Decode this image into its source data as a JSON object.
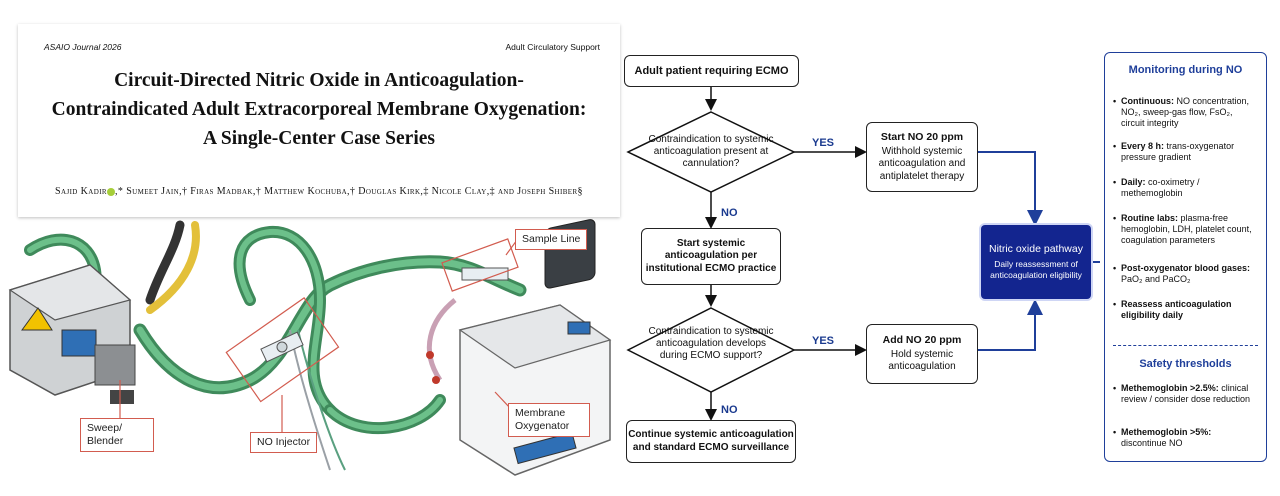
{
  "paper": {
    "journal": "ASAIO Journal 2026",
    "section": "Adult Circulatory Support",
    "title_lines": [
      "Circuit-Directed Nitric Oxide in Anticoagulation-",
      "Contraindicated Adult Extracorporeal Membrane Oxygenation:",
      "A Single-Center Case Series"
    ],
    "authors": "Sajid Kadir",
    "authors_rest": ",* Sumeet Jain,† Firas Madbak,† Matthew Kochuba,† Douglas Kirk,‡ Nicole Clay,‡ and Joseph Shiber§"
  },
  "illustration": {
    "callouts": {
      "sample_line": "Sample Line",
      "sweep": "Sweep/ Blender",
      "no_injector": "NO Injector",
      "oxygenator": "Membrane Oxygenator"
    },
    "colors": {
      "tubing": "#4a9f6a",
      "callout_border": "#d25c4f",
      "yellow_line": "#e3c03a"
    }
  },
  "flowchart": {
    "start": "Adult patient requiring ECMO",
    "decision1": "Contraindication to systemic anticoagulation present at cannulation?",
    "decision1_yes": "YES",
    "decision1_no": "NO",
    "yes_box1": {
      "title": "Start NO 20 ppm",
      "body": "Withhold systemic anticoagulation and antiplatelet therapy"
    },
    "no_box1": "Start systemic anticoagulation per institutional ECMO practice",
    "decision2": "Contraindication to systemic anticoagulation develops during ECMO support?",
    "decision2_yes": "YES",
    "decision2_no": "NO",
    "yes_box2": {
      "title": "Add NO 20 ppm",
      "body": "Hold systemic anticoagulation"
    },
    "end": "Continue systemic anticoagulation and standard ECMO surveillance",
    "pathway": {
      "title": "Nitric oxide pathway",
      "body": "Daily reassessment of anticoagulation eligibility"
    },
    "colors": {
      "accent": "#1f3f9a",
      "pathway_fill": "#13258f"
    }
  },
  "monitoring": {
    "title": "Monitoring during NO",
    "items": [
      {
        "label": "Continuous:",
        "text": " NO concentration, NO₂, sweep-gas flow, FsO₂, circuit integrity"
      },
      {
        "label": "Every 8 h:",
        "text": " trans-oxygenator pressure gradient"
      },
      {
        "label": "Daily:",
        "text": " co-oximetry / methemoglobin"
      },
      {
        "label": "Routine labs:",
        "text": " plasma-free hemoglobin, LDH, platelet count, coagulation parameters"
      },
      {
        "label": "Post-oxygenator blood gases:",
        "text": " PaO₂ and PaCO₂"
      },
      {
        "label": "Reassess anticoagulation eligibility daily",
        "text": ""
      }
    ],
    "safety_title": "Safety thresholds",
    "safety": [
      {
        "label": "Methemoglobin >2.5%:",
        "text": " clinical review / consider dose reduction"
      },
      {
        "label": "Methemoglobin >5%:",
        "text": " discontinue NO"
      }
    ]
  }
}
